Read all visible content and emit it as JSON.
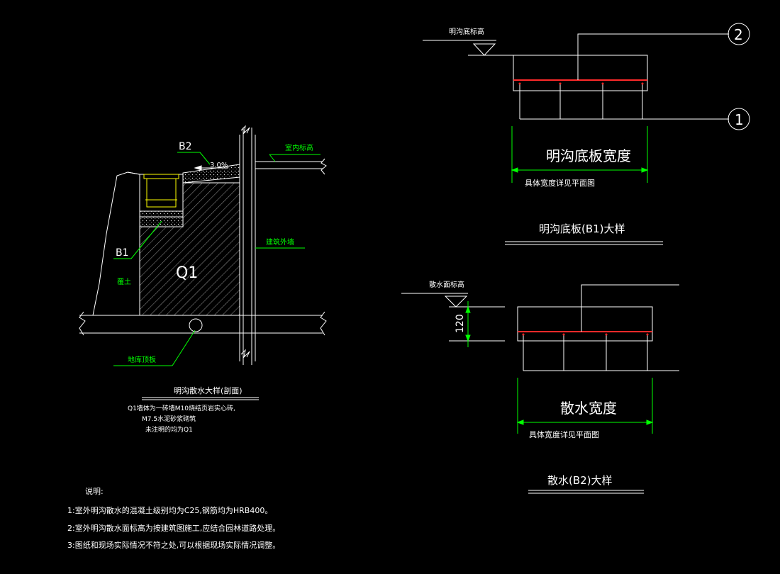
{
  "section_left": {
    "label_b2": "B2",
    "slope": "3.0%",
    "label_indoor_elev": "室内标高",
    "label_b1": "B1",
    "label_wall": "建筑外墙",
    "label_fill": "覆土",
    "label_q1": "Q1",
    "label_base_slab": "地库顶板",
    "title": "明沟散水大样(剖面)",
    "notes": [
      "Q1墙体为一砖墙M10烧结页岩实心砖,",
      "M7.5水泥砂浆砌筑",
      "未注明的均为Q1"
    ]
  },
  "b1_detail": {
    "label_elev": "明沟底标高",
    "ref_2": "2",
    "ref_1": "1",
    "label_width": "明沟底板宽度",
    "label_width_note": "具体宽度详见平面图",
    "title": "明沟底板(B1)大样"
  },
  "b2_detail": {
    "label_elev": "散水面标高",
    "dim_120": "120",
    "label_width": "散水宽度",
    "label_width_note": "具体宽度详见平面图",
    "title": "散水(B2)大样"
  },
  "notes": {
    "heading": "说明:",
    "items": [
      "1:室外明沟散水的混凝土级别均为C25,钢筋均为HRB400。",
      "2:室外明沟散水面标高为按建筑图施工,应结合园林道路处理。",
      "3:图纸和现场实际情况不符之处,可以根据现场实际情况调整。"
    ]
  },
  "colors": {
    "line": "#ffffff",
    "leader": "#00ff00",
    "text": "#ffffff",
    "note_text": "#ffffff",
    "green_text": "#00ff00",
    "yellow": "#ffff00",
    "rebar": "#ff2a2a",
    "hatch": "#cccccc"
  }
}
